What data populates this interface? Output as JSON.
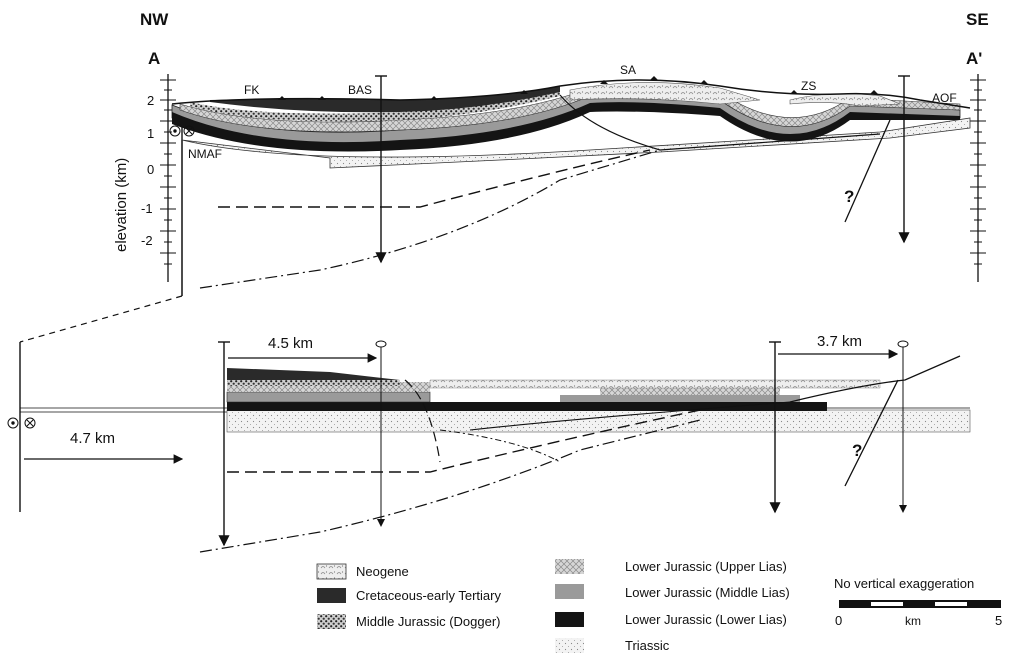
{
  "orientation": {
    "left": "NW",
    "right": "SE"
  },
  "section_ends": {
    "start": "A",
    "end": "A'"
  },
  "axis": {
    "label": "elevation (km)",
    "ticks": [
      "2",
      "1",
      "0",
      "-1",
      "-2"
    ]
  },
  "structure_labels": {
    "fk": "FK",
    "bas": "BAS",
    "sa": "SA",
    "zs": "ZS",
    "aof": "AOF",
    "nmaf": "NMAF",
    "question_upper": "?",
    "question_lower": "?"
  },
  "restored_section": {
    "shortening_left": "4.5 km",
    "shortening_right": "3.7 km",
    "offset": "4.7 km"
  },
  "legend": [
    {
      "label": "Neogene",
      "swatch": "neogene"
    },
    {
      "label": "Cretaceous-early Tertiary",
      "swatch": "cretaceous"
    },
    {
      "label": "Middle Jurassic (Dogger)",
      "swatch": "dogger"
    },
    {
      "label": "Lower Jurassic (Upper Lias)",
      "swatch": "upper-lias"
    },
    {
      "label": "Lower Jurassic (Middle Lias)",
      "swatch": "middle-lias"
    },
    {
      "label": "Lower Jurassic (Lower Lias)",
      "swatch": "lower-lias"
    },
    {
      "label": "Triassic",
      "swatch": "triassic"
    }
  ],
  "scale_bar": {
    "caption": "No vertical exaggeration",
    "min": "0",
    "unit": "km",
    "max": "5"
  },
  "colors": {
    "neogene": "#e9e9e9",
    "cretaceous": "#2a2a2a",
    "lower_lias": "#161616",
    "middle_lias": "#9a9a9a",
    "upper_lias": "#cfcfcf",
    "triassic": "#f1f1f1"
  }
}
